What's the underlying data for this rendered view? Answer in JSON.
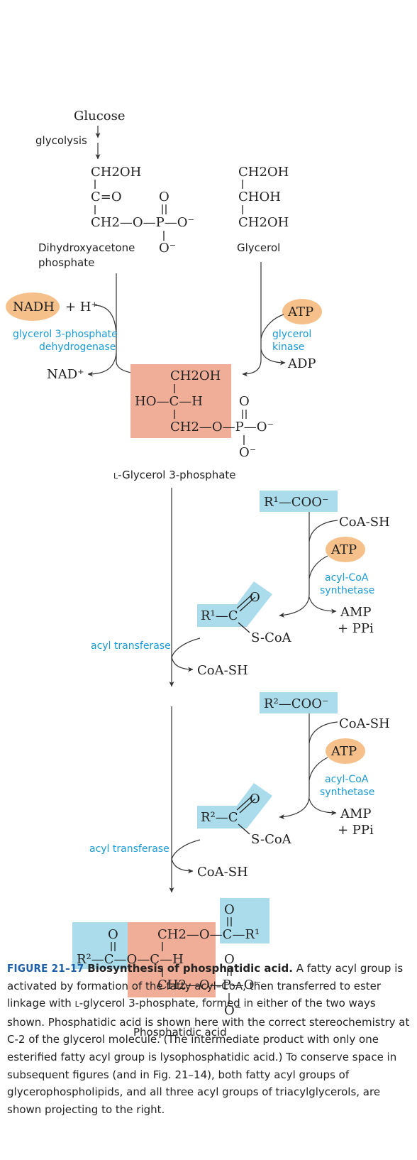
{
  "colors": {
    "salmon": "#f0ad98",
    "cyan": "#aadcec",
    "orange": "#f6c08a",
    "enzyme_blue": "#1a9ad6",
    "figure_blue": "#1d5fa8"
  },
  "top": {
    "glucose": "Glucose",
    "glycolysis": "glycolysis",
    "dhap_ch2oh": "CH2OH",
    "dhap_co": "C=O",
    "dhap_o_top": "O",
    "dhap_chain": "CH2—O—P—O⁻",
    "dhap_o_bottom": "O⁻",
    "dhap_label_1": "Dihydroxyacetone",
    "dhap_label_2": "phosphate",
    "gly_ch2oh_top": "CH2OH",
    "gly_choh": "CHOH",
    "gly_ch2oh_bottom": "CH2OH",
    "glycerol_label": "Glycerol"
  },
  "cofactors": {
    "nadh": "NADH",
    "h_plus": "+ H⁺",
    "nad_plus": "NAD⁺",
    "atp": "ATP",
    "adp": "ADP"
  },
  "enzymes": {
    "g3p_dh_1": "glycerol 3-phosphate",
    "g3p_dh_2": "dehydrogenase",
    "gk_1": "glycerol",
    "gk_2": "kinase",
    "acyl_coa_1": "acyl-CoA",
    "acyl_coa_2": "synthetase",
    "acyl_transferase": "acyl transferase"
  },
  "g3p": {
    "ch2oh": "CH2OH",
    "hoch": "HO—C—H",
    "o_top": "O",
    "chain": "CH2—O—P—O⁻",
    "o_bottom": "O⁻",
    "label_prefix": "L",
    "label_rest": "-Glycerol 3-phosphate"
  },
  "acyl1": {
    "carboxylate": "R¹—COO⁻",
    "coash_in": "CoA-SH",
    "atp": "ATP",
    "amp": "AMP",
    "ppi": "+ PPi",
    "acyl_r": "R¹—C",
    "acyl_o": "O",
    "scoa": "S-CoA",
    "coash_out": "CoA-SH"
  },
  "acyl2": {
    "carboxylate": "R²—COO⁻",
    "coash_in": "CoA-SH",
    "atp": "ATP",
    "amp": "AMP",
    "ppi": "+ PPi",
    "acyl_r": "R²—C",
    "acyl_o": "O",
    "scoa": "S-CoA",
    "coash_out": "CoA-SH"
  },
  "pa": {
    "o_left": "O",
    "r2_chain": "R²—C—O—C—H",
    "o_right": "O",
    "top_chain": "CH2—O—C—R¹",
    "p_o_top": "O",
    "bottom_chain": "CH2—O—P—O⁻",
    "o_bottom": "O⁻",
    "label": "Phosphatidic acid"
  },
  "caption": {
    "figure_number": "FIGURE 21–17",
    "title": "Biosynthesis of phosphatidic acid.",
    "body_a": "A fatty acyl group is activated by formation of the fatty acyl–CoA, then transferred to ester linkage with ",
    "l_prefix": "L",
    "body_b": "-glycerol 3-phosphate, formed in either of the two ways shown. Phosphatidic acid is shown here with the correct stereochemistry at C-2 of the glycerol molecule. (The intermediate product with only one esterified fatty acyl group is lysophosphatidic acid.) To conserve space in subsequent figures (and in Fig. 21–14), both fatty acyl groups of glycerophospholipids, and all three acyl groups of triacylglycerols, are shown projecting to the right."
  }
}
